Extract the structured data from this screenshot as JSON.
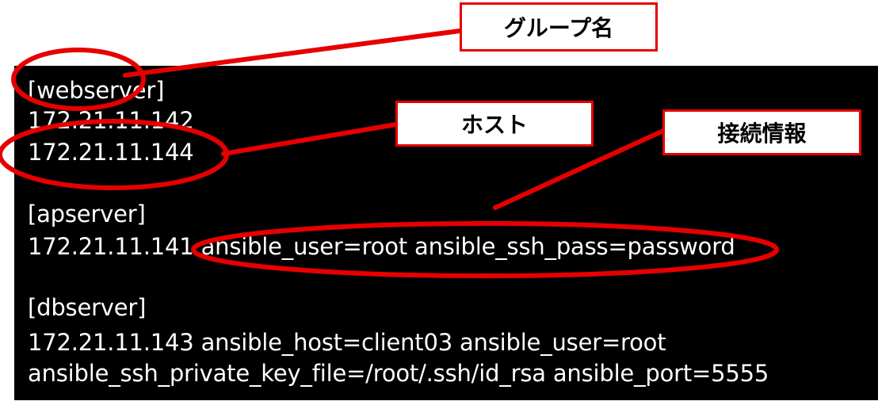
{
  "config": {
    "lines": [
      "[webserver]",
      "172.21.11.142",
      "172.21.11.144",
      "",
      "[apserver]",
      "172.21.11.141  ansible_user=root  ansible_ssh_pass=password",
      "",
      "[dbserver]",
      "172.21.11.143  ansible_host=client03  ansible_user=root",
      "ansible_ssh_private_key_file=/root/.ssh/id_rsa  ansible_port=5555"
    ]
  },
  "annotations": {
    "group_name": "グループ名",
    "host": "ホスト",
    "connection_info": "接続情報"
  },
  "colors": {
    "annotation": "#e60000",
    "terminal_bg": "#000000",
    "terminal_text": "#ffffff"
  }
}
